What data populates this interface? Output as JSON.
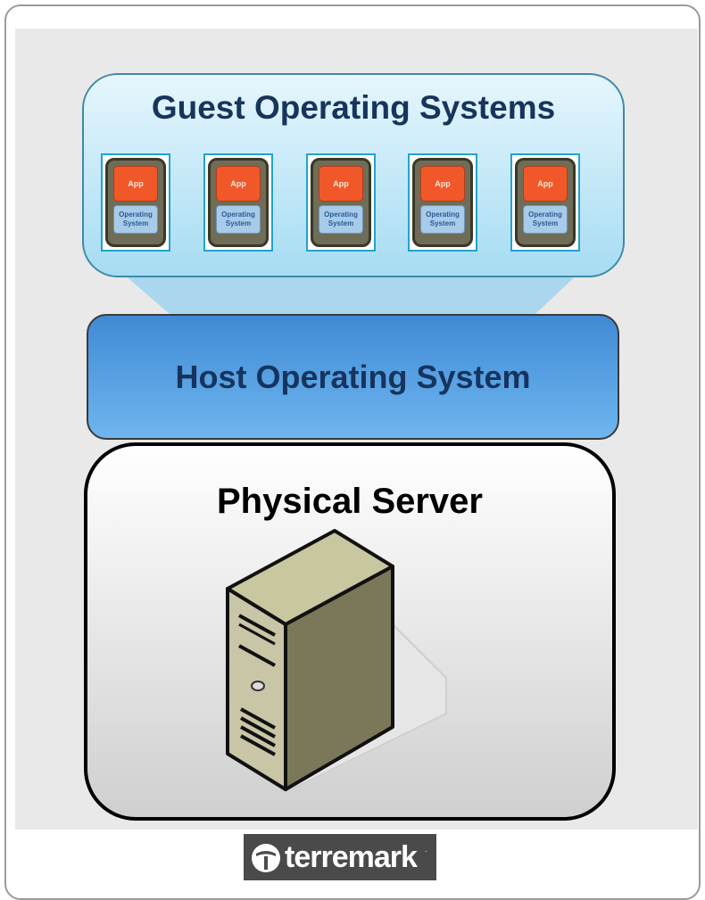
{
  "guest": {
    "title": "Guest Operating Systems"
  },
  "vms": [
    {
      "app": "App",
      "os_line1": "Operating",
      "os_line2": "System"
    },
    {
      "app": "App",
      "os_line1": "Operating",
      "os_line2": "System"
    },
    {
      "app": "App",
      "os_line1": "Operating",
      "os_line2": "System"
    },
    {
      "app": "App",
      "os_line1": "Operating",
      "os_line2": "System"
    },
    {
      "app": "App",
      "os_line1": "Operating",
      "os_line2": "System"
    }
  ],
  "host": {
    "title": "Host Operating System"
  },
  "physical": {
    "title": "Physical Server"
  },
  "logo": {
    "text": "terremark",
    "mark": "."
  },
  "colors": {
    "guest_border": "#3f8aa8",
    "app_orange": "#f0582a",
    "os_blue": "#a8cbea",
    "host_blue": "#3f8ad4"
  }
}
